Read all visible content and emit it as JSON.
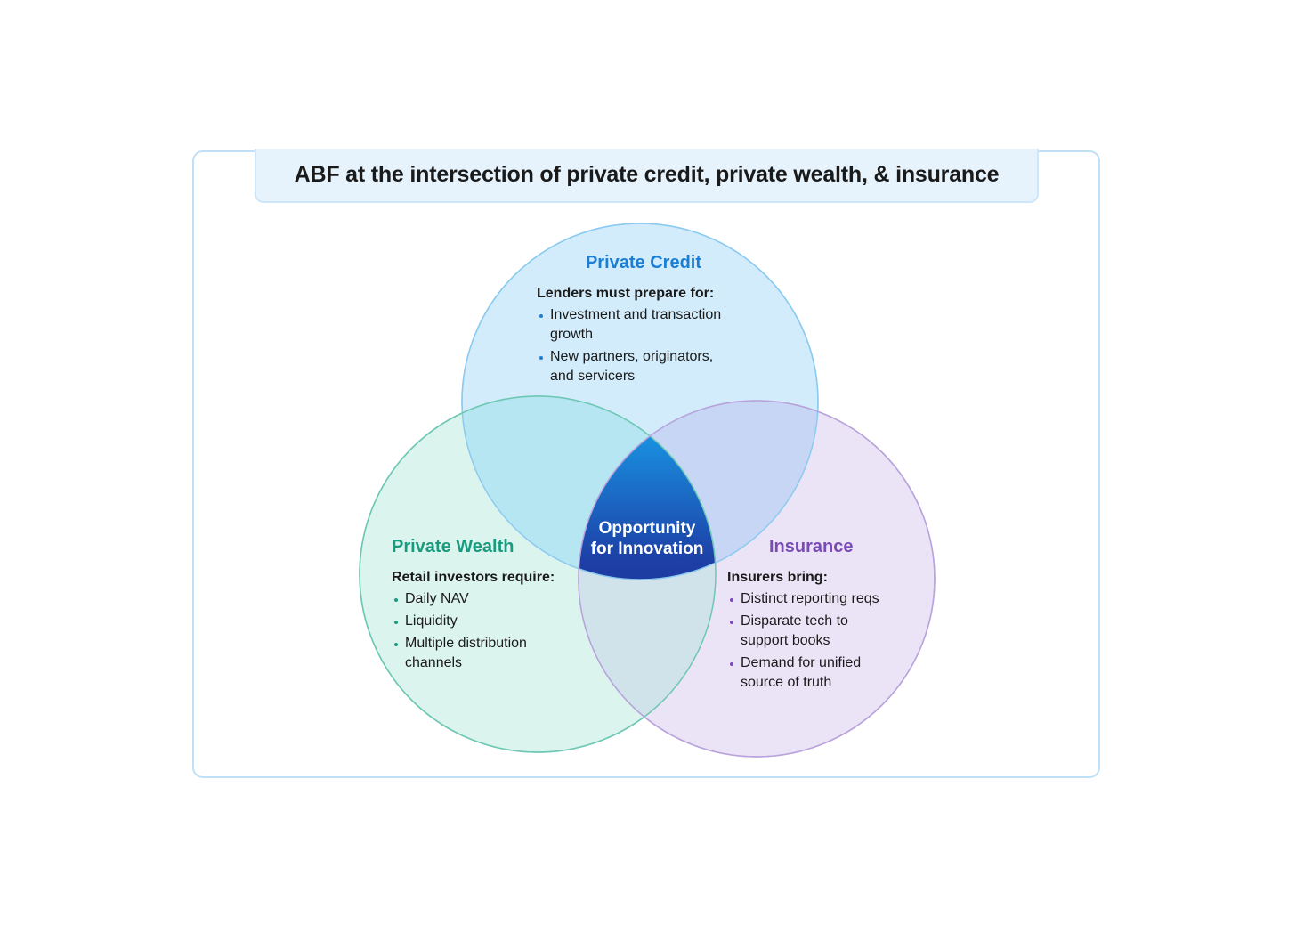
{
  "title": "ABF at the intersection of private credit, private wealth, & insurance",
  "center": {
    "line1": "Opportunity",
    "line2": "for Innovation"
  },
  "circles": {
    "private_credit": {
      "title": "Private Credit",
      "lead": "Lenders must prepare for:",
      "items": [
        {
          "line1": "Investment and transaction",
          "line2": "growth"
        },
        {
          "line1": "New partners, originators,",
          "line2": "and servicers"
        }
      ],
      "color": "#1a7fd4"
    },
    "private_wealth": {
      "title": "Private Wealth",
      "lead": "Retail investors require:",
      "items": [
        {
          "line1": "Daily NAV",
          "line2": ""
        },
        {
          "line1": "Liquidity",
          "line2": ""
        },
        {
          "line1": "Multiple distribution",
          "line2": "channels"
        }
      ],
      "color": "#1a9a7e"
    },
    "insurance": {
      "title": "Insurance",
      "lead": "Insurers bring:",
      "items": [
        {
          "line1": "Distinct reporting reqs",
          "line2": ""
        },
        {
          "line1": "Disparate tech to",
          "line2": "support books"
        },
        {
          "line1": "Demand for unified",
          "line2": "source of truth"
        }
      ],
      "color": "#7a4bb5"
    }
  }
}
